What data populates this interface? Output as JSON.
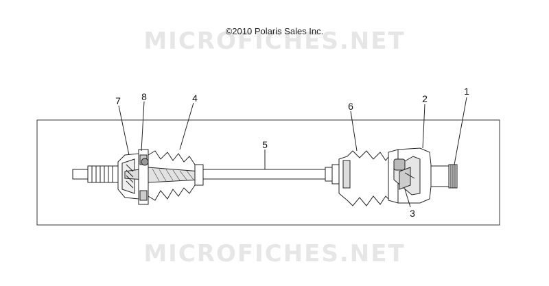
{
  "copyright": "©2010 Polaris Sales Inc.",
  "watermark": "MICROFICHES.NET",
  "callouts": {
    "c1": "1",
    "c2": "2",
    "c3": "3",
    "c4": "4",
    "c5": "5",
    "c6": "6",
    "c7": "7",
    "c8": "8"
  }
}
